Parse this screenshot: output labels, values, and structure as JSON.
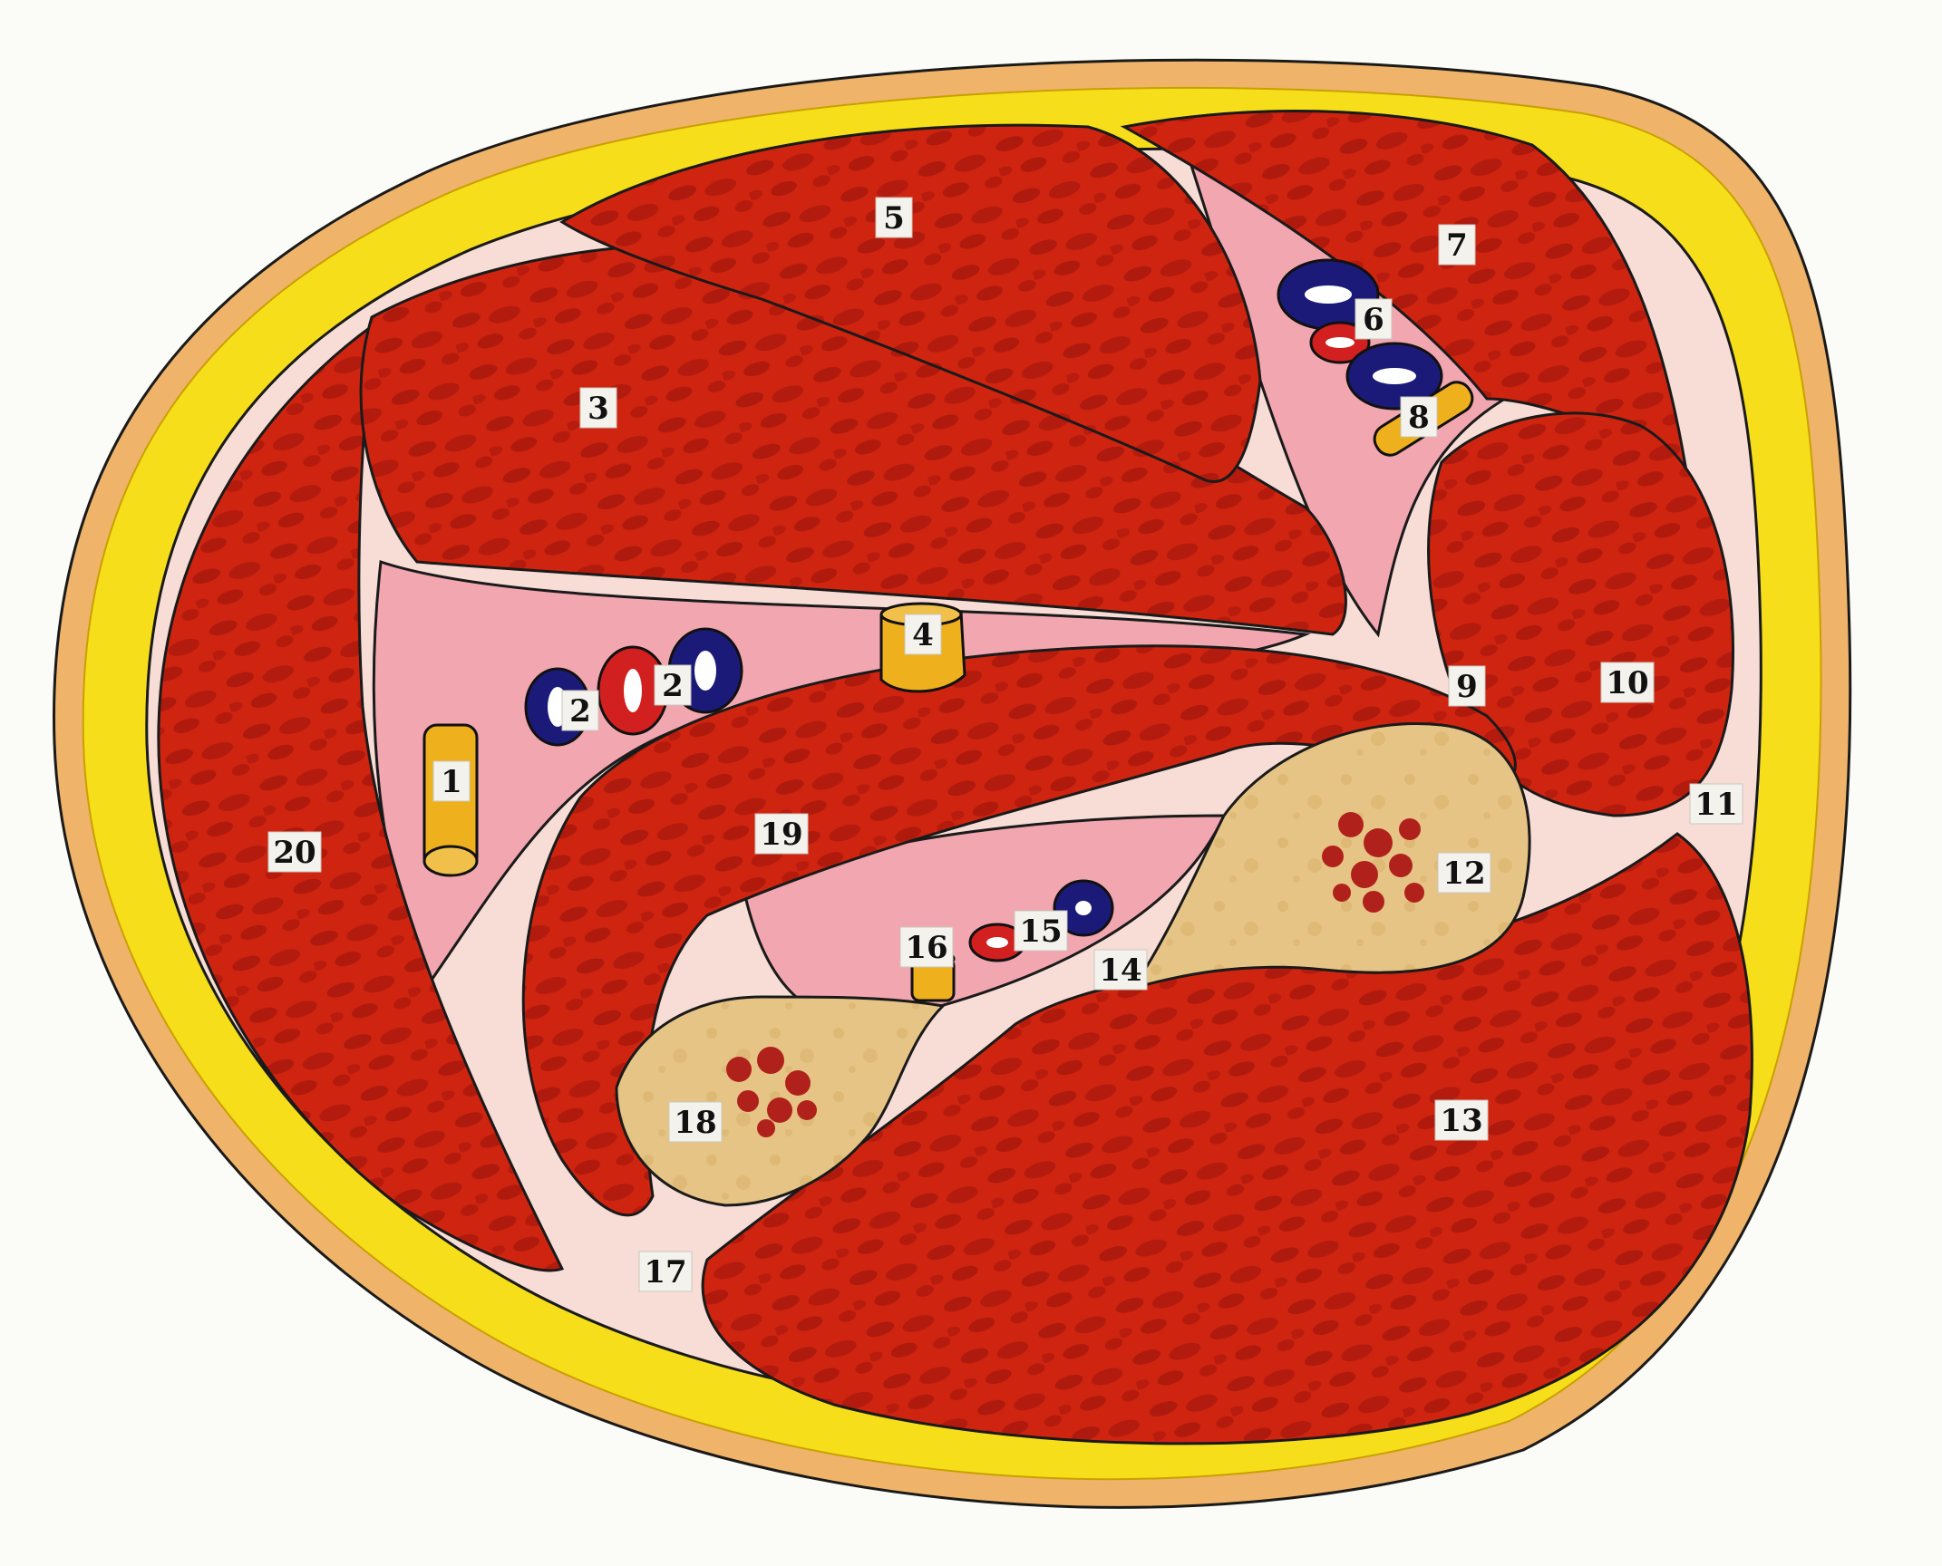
{
  "diagram": {
    "labels": [
      "1",
      "2",
      "2",
      "3",
      "4",
      "5",
      "6",
      "7",
      "8",
      "9",
      "10",
      "11",
      "12",
      "13",
      "14",
      "15",
      "16",
      "17",
      "18",
      "19",
      "20"
    ],
    "colors": {
      "background": "#fbfbf7",
      "fat": "#f6df1a",
      "skin": "#efb36a",
      "muscle": "#cf2410",
      "muscle_dark": "#a3160c",
      "fascia": "#f7ddd6",
      "compartment": "#f1a6b0",
      "bone": "#e6c485",
      "marrow": "#b1211c",
      "vein": "#1c1a78",
      "artery": "#d21f1f",
      "nerve": "#efb01d",
      "outline": "#1a1a1a"
    }
  }
}
